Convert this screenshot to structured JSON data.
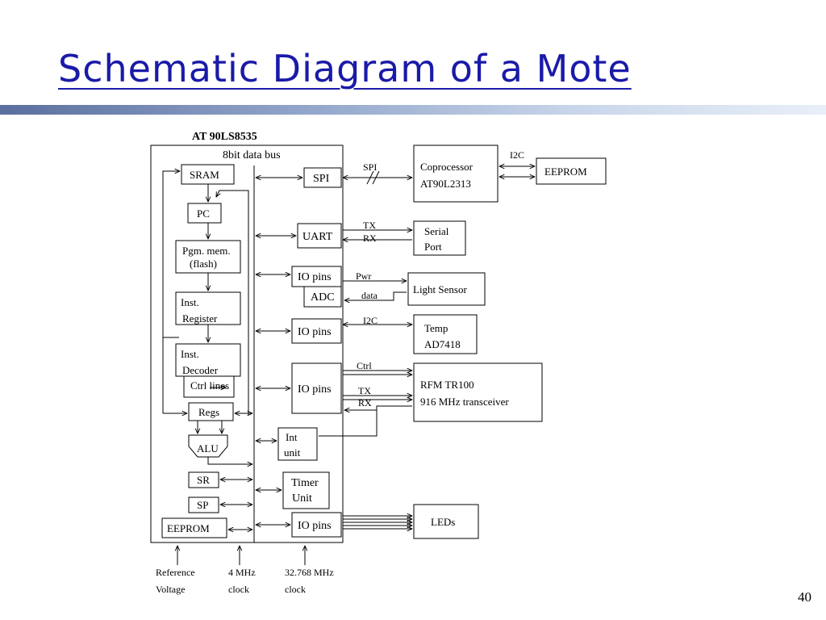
{
  "slide": {
    "title": "Schematic Diagram of a Mote",
    "page_number": "40"
  },
  "diagram": {
    "chip_name": "AT 90LS8535",
    "data_bus": "8bit data bus",
    "internal": {
      "sram": "SRAM",
      "pc": "PC",
      "pgm_mem_1": "Pgm. mem.",
      "pgm_mem_2": "(flash)",
      "inst_reg_1": "Inst.",
      "inst_reg_2": "Register",
      "inst_dec_1": "Inst.",
      "inst_dec_2": "Decoder",
      "ctrl_lines": "Ctrl lines",
      "regs": "Regs",
      "alu": "ALU",
      "sr": "SR",
      "sp": "SP",
      "eeprom": "EEPROM"
    },
    "peripherals": {
      "spi": "SPI",
      "uart": "UART",
      "io_pins": "IO pins",
      "adc": "ADC",
      "int_unit_1": "Int",
      "int_unit_2": "unit",
      "timer_1": "Timer",
      "timer_2": "Unit"
    },
    "external": {
      "coprocessor_1": "Coprocessor",
      "coprocessor_2": "AT90L2313",
      "eeprom": "EEPROM",
      "serial_1": "Serial",
      "serial_2": "Port",
      "light_sensor": "Light Sensor",
      "temp_1": "Temp",
      "temp_2": "AD7418",
      "rfm_1": "RFM TR100",
      "rfm_2": "916 MHz transceiver",
      "leds": "LEDs"
    },
    "signals": {
      "spi": "SPI",
      "i2c": "I2C",
      "tx": "TX",
      "rx": "RX",
      "pwr": "Pwr",
      "data": "data",
      "ctrl": "Ctrl"
    },
    "inputs": {
      "ref_1": "Reference",
      "ref_2": "Voltage",
      "clk4_1": "4 MHz",
      "clk4_2": "clock",
      "clk32_1": "32.768 MHz",
      "clk32_2": "clock"
    }
  }
}
